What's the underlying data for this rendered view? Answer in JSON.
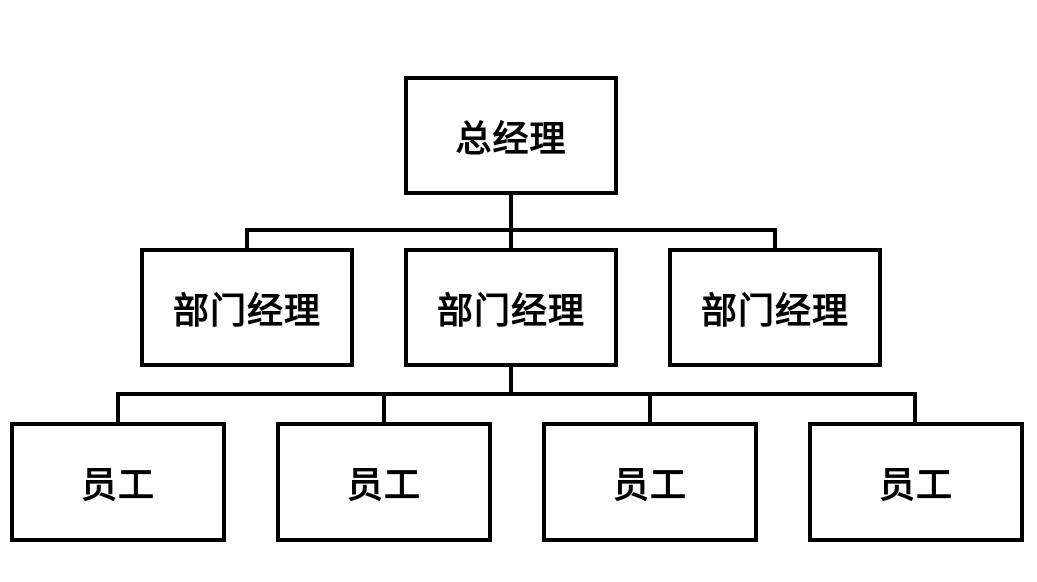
{
  "org_chart": {
    "root": {
      "label": "总经理"
    },
    "managers": [
      {
        "label": "部门经理"
      },
      {
        "label": "部门经理"
      },
      {
        "label": "部门经理"
      }
    ],
    "employees": [
      {
        "label": "员工"
      },
      {
        "label": "员工"
      },
      {
        "label": "员工"
      },
      {
        "label": "员工"
      }
    ],
    "colors": {
      "border": "#000000",
      "background": "#ffffff",
      "text": "#000000"
    }
  }
}
